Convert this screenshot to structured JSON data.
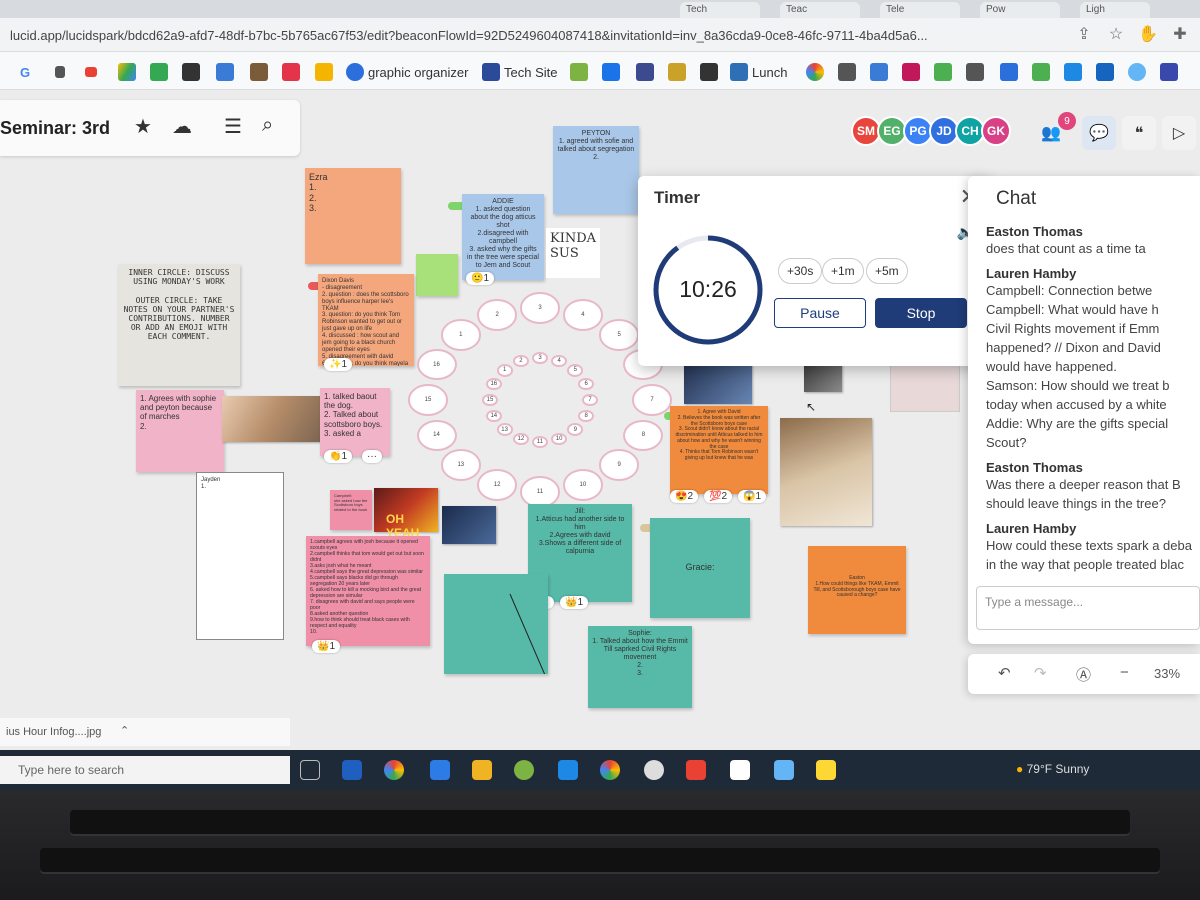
{
  "browser": {
    "url": "lucid.app/lucidspark/bdcd62a9-afd7-48df-b7bc-5b765ac67f53/edit?beaconFlowId=92D5249604087418&invitationId=inv_8a36cda9-0ce8-46fc-9711-4ba4d5a6...",
    "tabs": [
      "Tech",
      "Teac",
      "Tele",
      "Pow",
      "Ligh"
    ],
    "bookmarks": [
      {
        "label": "graphic organizer",
        "icon": "chrome-icon"
      },
      {
        "label": "Tech Site",
        "icon": "site-icon"
      },
      {
        "label": "Lunch",
        "icon": "lunch-icon"
      }
    ]
  },
  "header": {
    "title": "Seminar: 3rd",
    "collaborators": [
      {
        "initials": "SM",
        "color": "#e8453c"
      },
      {
        "initials": "EG",
        "color": "#52b06b"
      },
      {
        "initials": "PG",
        "color": "#3b82f6"
      },
      {
        "initials": "JD",
        "color": "#2f6fe0"
      },
      {
        "initials": "CH",
        "color": "#10a3a3"
      },
      {
        "initials": "GK",
        "color": "#d94187"
      }
    ],
    "collaborator_count": "9"
  },
  "stickies": {
    "peyton": "PEYTON\n1. agreed with sofie and talked about segregation\n2.",
    "ezra": "Ezra\n1.\n2.\n3.",
    "addie": "ADDIE\n1. asked question about the dog atticus shot\n2.disagreed with campbell\n3. asked why the gifts in the tree were special to Jem and Scout",
    "kinda_sus": "KINDA SUS",
    "inner_circle": "INNER CIRCLE: DISCUSS USING MONDAY'S WORK\n\nOUTER CIRCLE: TAKE NOTES ON YOUR PARTNER'S CONTRIBUTIONS. NUMBER OR ADD AN EMOJI WITH EACH COMMENT.",
    "dixon": "Dixon Davis\n- disagreement\n2. question : does the scottsboro boys influence harper lee's TKAM\n3. question: do you think Tom Robinson wanted to get out or just gave up on life\n4. discussed : how scout and jem going to a black church opened their eyes\n5. disagreement with david\n6. question: do you think mayela",
    "agrees_sophie": "1. Agrees with sophie and peyton because of marches\n2.",
    "talked_dog": "1. talked baout the dog.\n2. Talked about scottsboro boys.\n3. asked a",
    "jayden": "Jayden\n1.",
    "campbell_small": "Campbell:\nshe asked how the Scottsboro boys related to the book",
    "campbell_big": "1.campbell agrees with josh because it opened scouts eyes\n2.campbell thinks that tom would get out but soon didnt\n3.asks josh what he meant\n4.campbell says the great depression was similar\n5.campbell says blacks did go through segregation 20 years later\n6. asked how to kill a mocking bird and the great depression are simular\n7. disagrees with david and says people were poor\n8.asked another question\n9.how to think should treat black cases with respect and equality\n10.",
    "jill": "Jill:\n1.Atticus had another side to him\n2.Agrees with david\n3.Shows a different side of calpurnia",
    "gracie": "Gracie:",
    "agree_david": "1. Agree with David\n2. Believes the book was written after the Scottsboro boys case\n3. Scout didn't know about the racial discrimination until Atticus talked to him about how and why he wasn't winning the case\n4. Thinks that Tom Robinson wasn't giving up but knew that he was",
    "sophie": "Sophie:\n1. Talked about how the Emmit Till saprked Civil Rights movement\n2.\n3.",
    "easton": "Easton\n1.How could things like TKAM, Emmit Till, and Scottsborough boys case have caused a change?",
    "oh_yeah": "OH YEAH"
  },
  "reactions": {
    "addie": "🙂1",
    "dixon": "✨1",
    "talked_dog": "👏1",
    "more": "···",
    "emoji_a": "😍2",
    "emoji_b": "💯2",
    "emoji_c": "😱1",
    "jill_a": "2",
    "jill_b": "👑1",
    "campbell": "👑1"
  },
  "circles": {
    "outer": [
      "1",
      "2",
      "3",
      "4",
      "5",
      "6",
      "7",
      "8",
      "9",
      "10",
      "11",
      "12",
      "13",
      "14",
      "15",
      "16"
    ],
    "inner": [
      "1",
      "2",
      "3",
      "4",
      "5",
      "6",
      "7",
      "8",
      "9",
      "10",
      "11",
      "12",
      "13",
      "14",
      "15",
      "16"
    ]
  },
  "timer": {
    "title": "Timer",
    "time": "10:26",
    "progress": 0.9,
    "increments": [
      "+30s",
      "+1m",
      "+5m"
    ],
    "pause_label": "Pause",
    "stop_label": "Stop",
    "accent": "#1f3b78"
  },
  "chat": {
    "title": "Chat",
    "messages": [
      {
        "author": "Easton Thomas",
        "lines": [
          "does that count as a time ta"
        ]
      },
      {
        "author": "Lauren Hamby",
        "lines": [
          "Campbell: Connection betwe",
          "Campbell: What would have h",
          "Civil Rights movement if Emm",
          "happened? // Dixon and David",
          "would have happened.",
          "Samson: How should we treat b",
          "today when accused by a white",
          "Addie: Why are the gifts special",
          "Scout?"
        ]
      },
      {
        "author": "Easton Thomas",
        "lines": [
          "Was there a deeper reason that B",
          "should leave things in the tree?"
        ]
      },
      {
        "author": "Lauren Hamby",
        "lines": [
          "How could these texts spark a deba",
          "in the way that people treated blac"
        ]
      }
    ],
    "input_placeholder": "Type a message...",
    "zoom": "33%"
  },
  "os": {
    "download": "ius Hour Infog....jpg",
    "search_placeholder": "Type here to search",
    "weather": "79°F  Sunny"
  }
}
